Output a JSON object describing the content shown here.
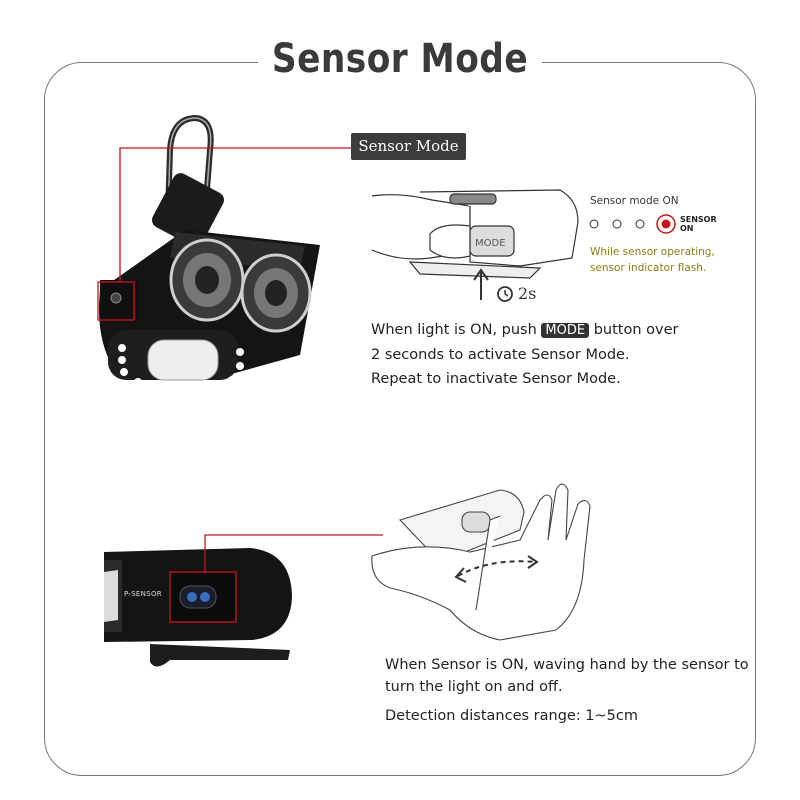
{
  "page_title": "Sensor Mode",
  "top": {
    "tag_label": "Sensor Mode",
    "status_title": "Sensor mode ON",
    "indicator_label_line1": "SENSOR",
    "indicator_label_line2": "ON",
    "note_line1": "While sensor operating,",
    "note_line2": "sensor indicator flash.",
    "hold_time": "2s",
    "button_label": "MODE",
    "instruction_line1_pre": "When light is ON, push",
    "instruction_line1_mode": "MODE",
    "instruction_line1_post": "button over",
    "instruction_line2": "2 seconds to activate Sensor Mode.",
    "instruction_line3": "Repeat to inactivate Sensor Mode."
  },
  "bottom": {
    "sensor_label": "P-SENSOR",
    "description_line1": "When Sensor is ON, waving hand by the sensor to",
    "description_line2": "turn the light on and off.",
    "range_text": "Detection distances range: 1~5cm"
  },
  "colors": {
    "callout_red": "#c8141e",
    "note_olive": "#8a7d10",
    "tag_bg": "#3c3c3c"
  },
  "icons": [
    "carabiner-icon",
    "clock-icon",
    "up-arrow-icon",
    "hand-icon",
    "sensor-lens-icon"
  ]
}
